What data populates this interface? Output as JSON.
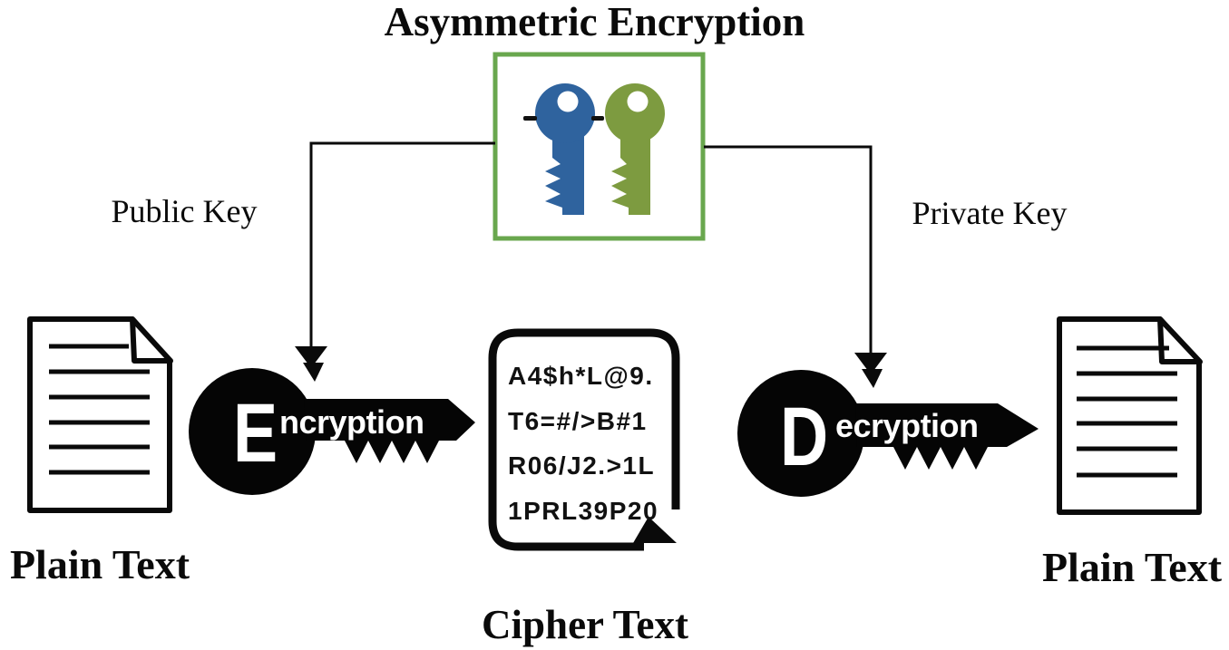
{
  "title": "Asymmetric Encryption",
  "labels": {
    "public_key": "Public Key",
    "private_key": "Private Key",
    "plain_text_left": "Plain Text",
    "plain_text_right": "Plain Text",
    "cipher_text": "Cipher Text"
  },
  "key_box": {
    "public_key_color": "#2f639e",
    "private_key_color": "#7d9b40",
    "border_color": "#69a74e"
  },
  "encryption_key": {
    "initial": "E",
    "rest": "ncryption"
  },
  "decryption_key": {
    "initial": "D",
    "rest": "ecryption"
  },
  "cipher": {
    "lines": [
      "A4$h*L@9.",
      "T6=#/>B#1",
      "R06/J2.>1L",
      "1PRL39P20"
    ]
  }
}
